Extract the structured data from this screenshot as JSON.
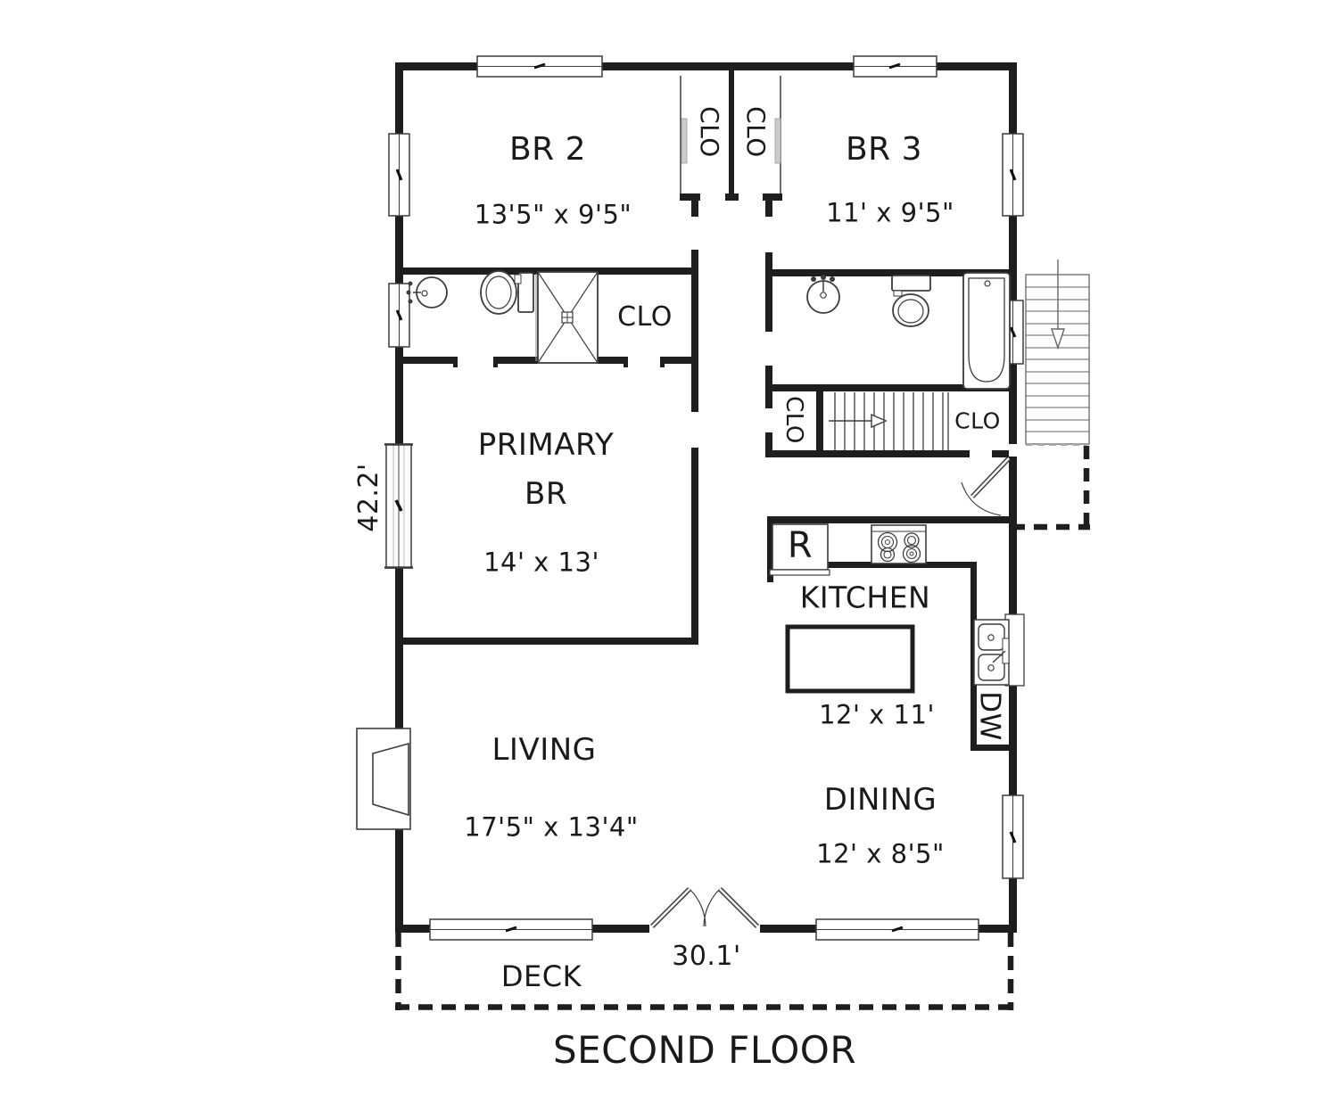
{
  "title": "SECOND FLOOR",
  "dimensions": {
    "width_label": "30.1'",
    "height_label": "42.2'"
  },
  "rooms": {
    "br2": {
      "name": "BR 2",
      "size": "13'5\" x 9'5\""
    },
    "br3": {
      "name": "BR 3",
      "size": "11' x 9'5\""
    },
    "primary": {
      "name_line1": "PRIMARY",
      "name_line2": "BR",
      "size": "14' x 13'"
    },
    "kitchen": {
      "name": "KITCHEN",
      "size": "12' x 11'"
    },
    "living": {
      "name": "LIVING",
      "size": "17'5\" x 13'4\""
    },
    "dining": {
      "name": "DINING",
      "size": "12' x 8'5\""
    },
    "deck": {
      "name": "DECK"
    }
  },
  "closets": {
    "top_left": "CLO",
    "top_right": "CLO",
    "primary_bath": "CLO",
    "stair_left": "CLO",
    "stair_right": "CLO"
  },
  "appliances": {
    "range": "R",
    "dishwasher": "DW"
  },
  "colors": {
    "wall": "#1e1e1e",
    "line": "#3c3c3c",
    "background": "#ffffff"
  }
}
